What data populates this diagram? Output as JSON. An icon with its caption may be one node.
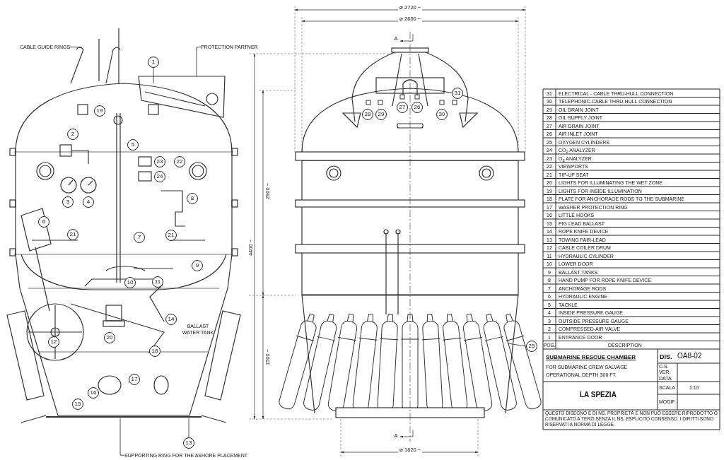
{
  "diagram": {
    "nodes": [
      {
        "text": [
          "CABLE GUIDE RINGS"
        ]
      },
      {
        "text": [
          "PROTECTION PARTNER"
        ]
      },
      {
        "text": [
          "SUPPORTING RING FOR THE ASHORE PLACEMENT"
        ]
      },
      {
        "text": [
          "1"
        ]
      },
      {
        "text": [
          "19"
        ]
      },
      {
        "text": [
          "2"
        ]
      },
      {
        "text": [
          "5"
        ]
      },
      {
        "text": [
          "23"
        ]
      },
      {
        "text": [
          "24"
        ]
      },
      {
        "text": [
          "22"
        ]
      },
      {
        "text": [
          "3"
        ]
      },
      {
        "text": [
          "4"
        ]
      },
      {
        "text": [
          "8"
        ]
      },
      {
        "text": [
          "6"
        ]
      },
      {
        "text": [
          "21"
        ]
      },
      {
        "text": [
          "7"
        ]
      },
      {
        "text": [
          "21"
        ]
      },
      {
        "text": [
          "9"
        ]
      },
      {
        "text": [
          "10"
        ]
      },
      {
        "text": [
          "11"
        ]
      },
      {
        "text": [
          "14"
        ]
      },
      {
        "text": [
          "12"
        ]
      },
      {
        "text": [
          "20"
        ]
      },
      {
        "text": [
          "18"
        ]
      },
      {
        "text": [
          "17"
        ]
      },
      {
        "text": [
          "16"
        ]
      },
      {
        "text": [
          "15"
        ]
      },
      {
        "text": [
          "13"
        ]
      },
      {
        "text": [
          "31"
        ]
      },
      {
        "text": [
          "28"
        ]
      },
      {
        "text": [
          "29"
        ]
      },
      {
        "text": [
          "27"
        ]
      },
      {
        "text": [
          "26"
        ]
      },
      {
        "text": [
          "30"
        ]
      },
      {
        "text": [
          "25"
        ]
      }
    ],
    "edges": [
      {
        "from": 0,
        "to": null,
        "arrow": "none"
      },
      {
        "from": 1,
        "to": null,
        "arrow": "none"
      },
      {
        "from": 2,
        "to": null,
        "arrow": "none"
      },
      {
        "from": 3,
        "to": null,
        "arrow": "none"
      },
      {
        "from": 27,
        "to": null,
        "arrow": "none"
      },
      {
        "from": 34,
        "to": null,
        "arrow": "none"
      }
    ],
    "labels": [
      "BALLAST WATER TANK",
      "⌀ 2720 ~",
      "⌀ 2650 ~",
      "A",
      "2900 ~",
      "4400 ~",
      "1500 ~",
      "A",
      "⌀ 1620 ~",
      "31",
      "ELECTRICAL - CABLE THRU-HULL CONNECTION",
      "30",
      "TELEPHONIC-CABLE THRU-HULL CONNECTION",
      "29",
      "OIL DRAIN JOINT",
      "28",
      "OIL SUPPLY JOINT",
      "27",
      "AIR DRAIN JOINT",
      "26",
      "AIR INLET JOINT",
      "25",
      "OXYGEN CYLINDERS",
      "24",
      "CO$_{2}$ ANALYZER",
      "23",
      "O$_{2}$ ANALYZER",
      "22",
      "VIEWPORTS",
      "21",
      "TIP-UP SEAT",
      "20",
      "LIGHTS FOR ILLUMINATING THE WET ZONE",
      "19",
      "LIGHTS FOR INSIDE ILLUMINATION",
      "18",
      "PLATE FOR ANCHORAGE RODS TO THE SUBMARINE",
      "17",
      "WASHER PROTECTION RING",
      "16",
      "LITTLE HOOKS",
      "15",
      "PIG LEAD BALLAST",
      "14",
      "ROPE KNIFE DEVICE",
      "13",
      "TOWING FAIR-LEAD",
      "12",
      "CABLE COILER DRUM",
      "11",
      "HYDRAULIC CYLINDER",
      "10",
      "LOWER DOOR",
      "9",
      "BALLAST TANKS",
      "8",
      "HAND PUMP FOR ROPE KNIFE DEVICE",
      "7",
      "ANCHORAGE RODS",
      "6",
      "HYDRAULIC ENGINE",
      "5",
      "TACKLE",
      "4",
      "INSIDE PRESSURE GAUGE",
      "3",
      "OUTSIDE PRESSURE GAUGE",
      "2",
      "COMPRESSED-AIR VALVE",
      "1",
      "ENTRANCE DOOR",
      "POS.",
      "DESCRIPTION",
      "SUBMARINE RESCUE CHAMBER",
      "FOR SUBMARINE CREW SALVAGE",
      "OPERATIONAL DEPTH 300 FT.",
      "DIS.",
      "OA8-02",
      "C.S.",
      "VER.",
      "DATA",
      "LA SPEZIA",
      "SCALA",
      "1:10",
      "MODIF.",
      "QUESTO DISEGNO È DI NS. PROPRIETÀ E NON PUÒ ESSERE RIPRODOTTO O COMUNICATO A TERZI SENZA IL NS. ESPLICITO CONSENSO. I DIRITTI SONO RISERVATI A NORMA DI LEGGE."
    ]
  }
}
